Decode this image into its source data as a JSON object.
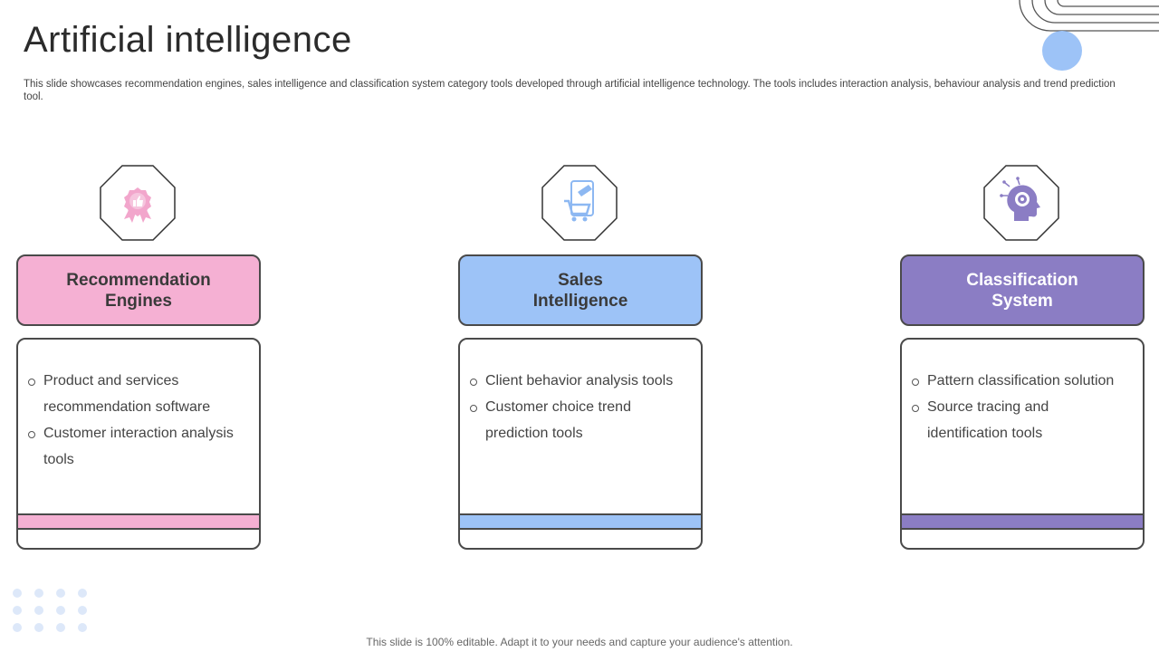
{
  "title": "Artificial intelligence",
  "subtitle": "This slide showcases recommendation engines, sales intelligence and classification system category tools developed through artificial intelligence technology. The tools includes interaction analysis, behaviour analysis and trend prediction tool.",
  "cards": [
    {
      "heading_line1": "Recommendation",
      "heading_line2": "Engines",
      "icon": "award-ribbon-icon",
      "color": "#f5b0d3",
      "text_color": "#3a3a3a",
      "items": [
        "Product and services recommendation software",
        "Customer interaction analysis tools"
      ]
    },
    {
      "heading_line1": "Sales",
      "heading_line2": "Intelligence",
      "icon": "mobile-shopping-cart-icon",
      "color": "#9dc3f7",
      "text_color": "#3a3a3a",
      "items": [
        "Client behavior analysis tools",
        "Customer choice trend prediction tools"
      ]
    },
    {
      "heading_line1": "Classification",
      "heading_line2": "System",
      "icon": "head-gear-icon",
      "color": "#8b7dc4",
      "text_color": "#ffffff",
      "items": [
        "Pattern classification solution",
        "Source tracing and identification tools"
      ]
    }
  ],
  "footer": "This slide is 100% editable. Adapt it to your needs and capture your audience's attention.",
  "accent_blue": "#9dc3f7",
  "dot_color": "#dde8f9"
}
